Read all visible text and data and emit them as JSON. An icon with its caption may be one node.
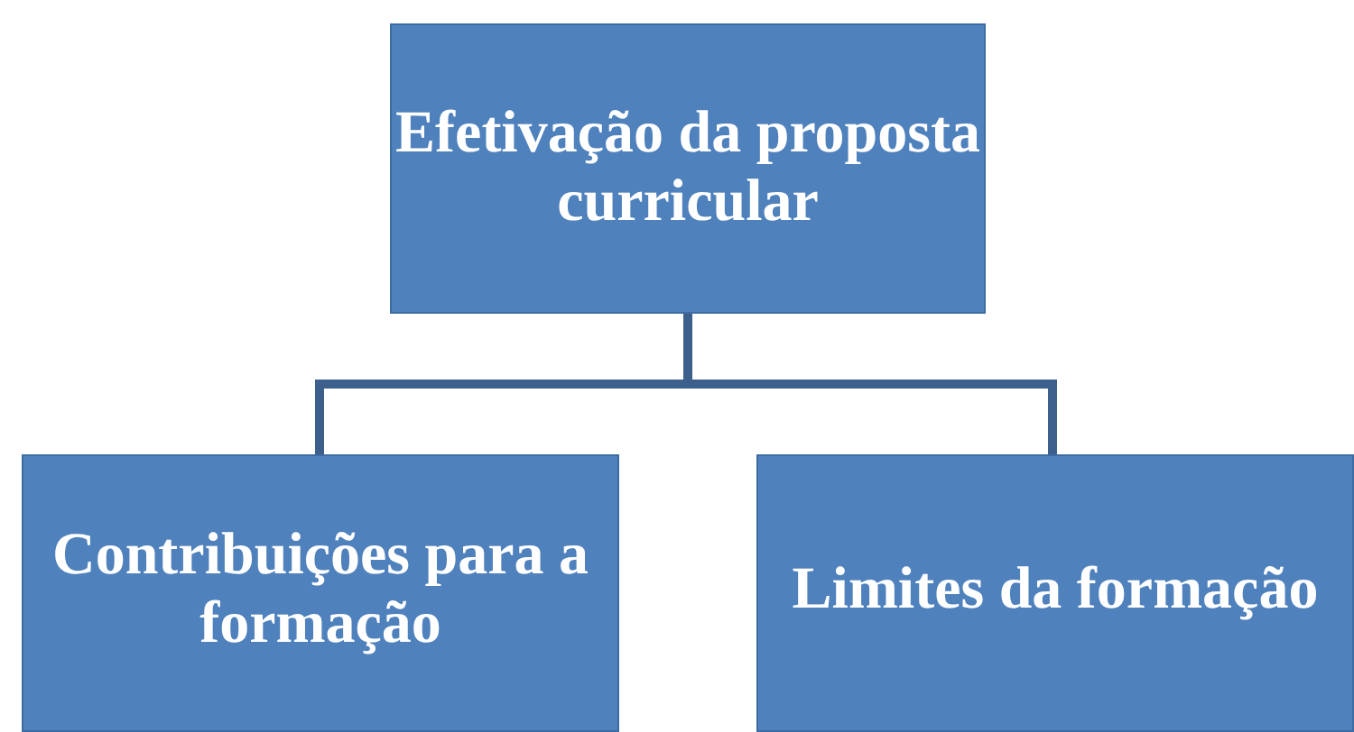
{
  "diagram": {
    "nodes": [
      {
        "text": [
          "Efetivação da proposta curricular"
        ]
      },
      {
        "text": [
          "Contribuições para a formação"
        ]
      },
      {
        "text": [
          "Limites da formação"
        ]
      }
    ],
    "edges": [
      {
        "from": 0,
        "to": 1,
        "arrow": "none"
      },
      {
        "from": 0,
        "to": 2,
        "arrow": "none"
      }
    ]
  }
}
